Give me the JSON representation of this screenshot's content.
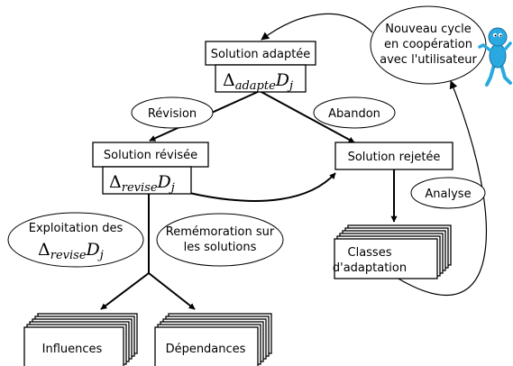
{
  "nodes": {
    "solution_adaptee": {
      "label": "Solution adaptée",
      "math_base": "Δ",
      "math_sub": "adapte",
      "math_var": "D",
      "math_var_sub": "j"
    },
    "solution_revisee": {
      "label": "Solution révisée",
      "math_base": "Δ",
      "math_sub": "revise",
      "math_var": "D",
      "math_var_sub": "j"
    },
    "solution_rejetee": {
      "label": "Solution rejetée"
    },
    "classes_adaptation": {
      "label_line1": "Classes",
      "label_line2": "d'adaptation"
    },
    "influences": {
      "label": "Influences"
    },
    "dependances": {
      "label": "Dépendances"
    }
  },
  "labels": {
    "revision": "Révision",
    "abandon": "Abandon",
    "analyse": "Analyse",
    "exploitation": {
      "line1": "Exploitation des",
      "math_base": "Δ",
      "math_sub": "revise",
      "math_var": "D",
      "math_var_sub": "j"
    },
    "rememoration": {
      "line1": "Remémoration sur",
      "line2": "les solutions"
    },
    "nouveau_cycle": {
      "line1": "Nouveau cycle",
      "line2": "en coopération",
      "line3": "avec l'utilisateur"
    }
  },
  "colors": {
    "user_figure": "#29a9e0",
    "user_shade": "#1b6f9a"
  }
}
